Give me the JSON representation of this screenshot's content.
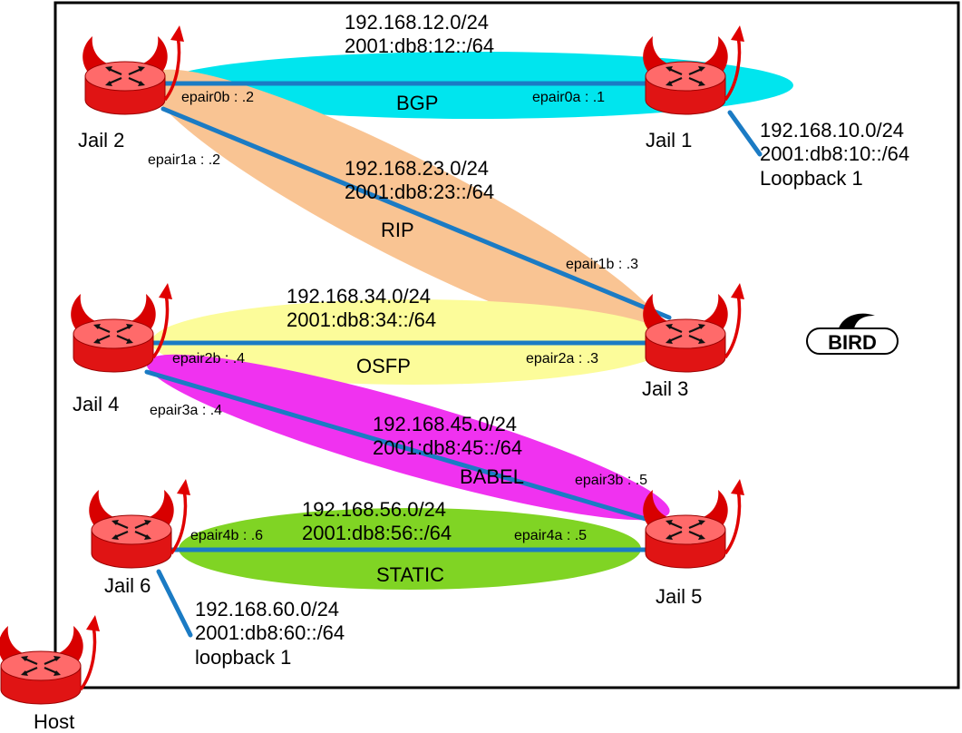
{
  "colors": {
    "link": "#1b7bc4",
    "frame": "#000000",
    "router_body": "#e01414",
    "router_top": "#ff6a6a",
    "horn": "#d80000",
    "arrow": "#e00000"
  },
  "segments": [
    {
      "id": "bgp",
      "ipv4": "192.168.12.0/24",
      "ipv6": "2001:db8:12::/64",
      "protocol": "BGP",
      "color": "#00e5ee"
    },
    {
      "id": "rip",
      "ipv4": "192.168.23.0/24",
      "ipv6": "2001:db8:23::/64",
      "protocol": "RIP",
      "color": "#f9c493"
    },
    {
      "id": "ospf",
      "ipv4": "192.168.34.0/24",
      "ipv6": "2001:db8:34::/64",
      "protocol": "OSFP",
      "color": "#fcfc9a"
    },
    {
      "id": "babel",
      "ipv4": "192.168.45.0/24",
      "ipv6": "2001:db8:45::/64",
      "protocol": "BABEL",
      "color": "#f032f0"
    },
    {
      "id": "static",
      "ipv4": "192.168.56.0/24",
      "ipv6": "2001:db8:56::/64",
      "protocol": "STATIC",
      "color": "#80d424"
    }
  ],
  "interfaces": {
    "epair0b": "epair0b : .2",
    "epair0a": "epair0a : .1",
    "epair1a": "epair1a : .2",
    "epair1b": "epair1b : .3",
    "epair2b": "epair2b : .4",
    "epair2a": "epair2a : .3",
    "epair3a": "epair3a : .4",
    "epair3b": "epair3b : .5",
    "epair4b": "epair4b : .6",
    "epair4a": "epair4a : .5"
  },
  "nodes": {
    "jail1": "Jail 1",
    "jail2": "Jail 2",
    "jail3": "Jail 3",
    "jail4": "Jail 4",
    "jail5": "Jail 5",
    "jail6": "Jail 6",
    "host": "Host"
  },
  "loopbacks": {
    "jail1": {
      "ipv4": "192.168.10.0/24",
      "ipv6": "2001:db8:10::/64",
      "name": "Loopback 1"
    },
    "jail6": {
      "ipv4": "192.168.60.0/24",
      "ipv6": "2001:db8:60::/64",
      "name": "loopback 1"
    }
  },
  "logo": {
    "text": "BIRD",
    "icon": "bird-logo-icon"
  },
  "icons": {
    "router": "freebsd-daemon-router-icon"
  }
}
